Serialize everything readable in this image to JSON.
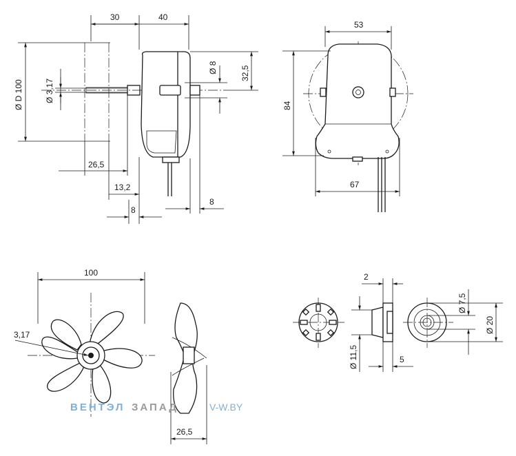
{
  "dimensions": {
    "top_width_30": "30",
    "top_width_40": "40",
    "diameter_100": "Ø D 100",
    "shaft_317": "Ø 3,17",
    "shaft_8": "Ø 8",
    "height_325": "32,5",
    "len_265": "26,5",
    "len_132": "13,2",
    "len_8_left": "8",
    "len_8_right": "8",
    "front_width_53": "53",
    "front_height_84": "84",
    "front_width_67": "67",
    "fan_dia_100": "100",
    "fan_bore_317": "3,17",
    "fan_depth_265": "26,5",
    "hub_2": "2",
    "hub_75": "Ø 7,5",
    "hub_20": "Ø 20",
    "hub_115": "Ø 11,5",
    "hub_5": "5"
  },
  "watermark": {
    "brand_a": "ВЕНТЭЛ",
    "brand_b": "ЗАПАД",
    "url": "V-W.BY",
    "color_a": "#7fb0d8",
    "color_b": "#9a9a9a"
  }
}
